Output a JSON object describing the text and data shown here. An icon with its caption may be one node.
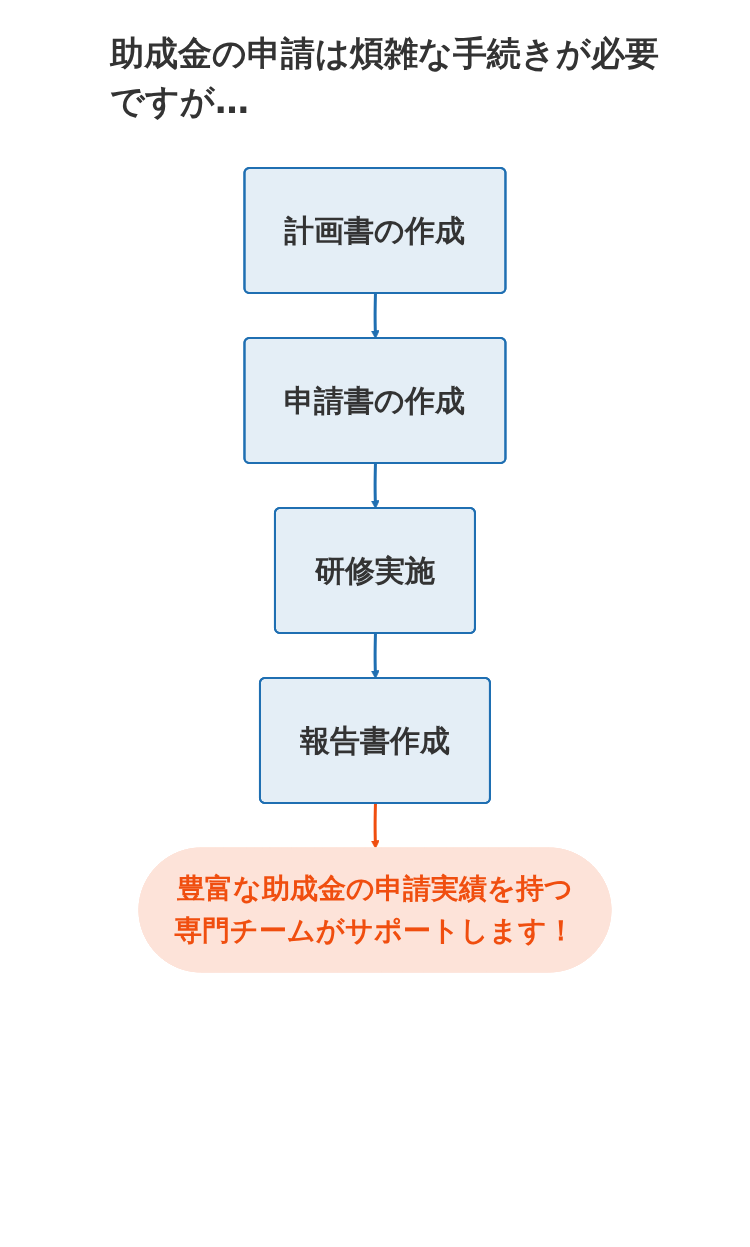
{
  "diagram": {
    "title": "助成金の申請は煩雑な手続きが必要ですが…",
    "nodes": [
      {
        "text": [
          "計画書の作成"
        ]
      },
      {
        "text": [
          "申請書の作成"
        ]
      },
      {
        "text": [
          "研修実施"
        ]
      },
      {
        "text": [
          "報告書作成"
        ]
      },
      {
        "text": [
          "豊富な助成金の申請実績を持つ",
          "専門チームがサポートします！"
        ]
      }
    ],
    "edges": [
      {
        "from": 0,
        "to": 1,
        "arrow": "to"
      },
      {
        "from": 1,
        "to": 2,
        "arrow": "to"
      },
      {
        "from": 2,
        "to": 3,
        "arrow": "to"
      },
      {
        "from": 3,
        "to": 4,
        "arrow": "to",
        "color": "#f04e0f"
      }
    ]
  }
}
